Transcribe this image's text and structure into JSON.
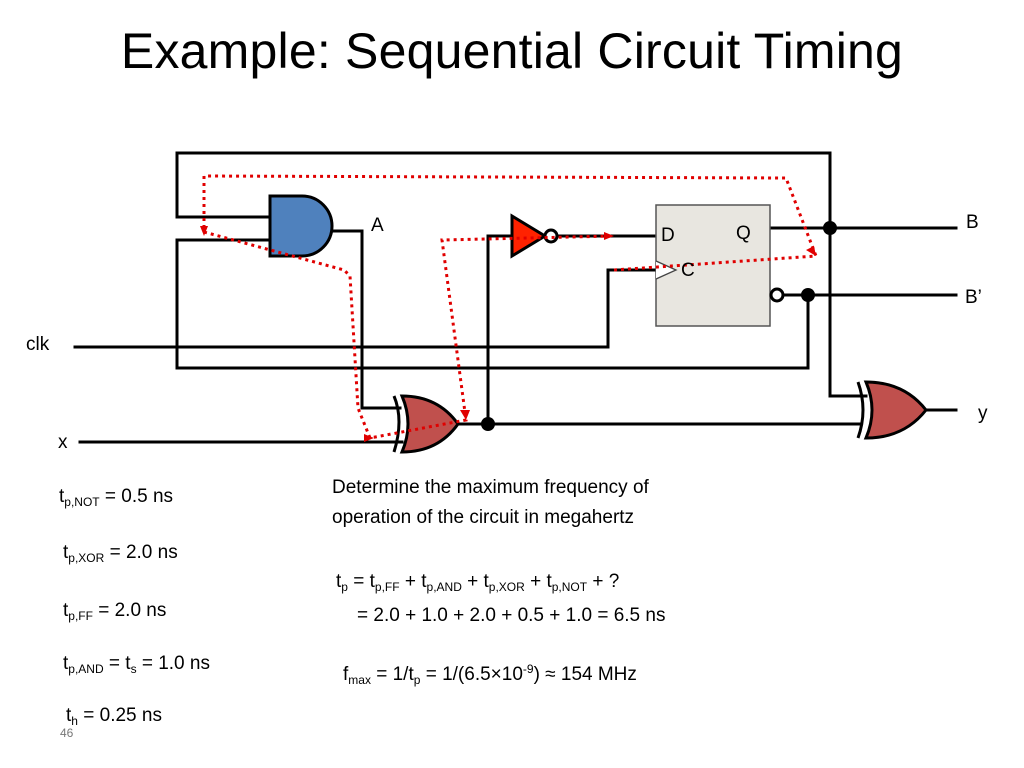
{
  "slide": {
    "title": "Example: Sequential Circuit Timing",
    "number": "46"
  },
  "labels": {
    "A": "A",
    "B": "B",
    "B_prime": "B’",
    "y": "y",
    "clk": "clk",
    "x": "x",
    "D": "D",
    "Q": "Q",
    "C": "C"
  },
  "params": [
    {
      "t": "t",
      "sub": "p,NOT",
      "rest": " = 0.5 ns"
    },
    {
      "t": "t",
      "sub": "p,XOR",
      "rest": " = 2.0 ns"
    },
    {
      "t": "t",
      "sub": "p,FF",
      "rest": " = 2.0 ns"
    },
    {
      "t": "t",
      "sub": "p,AND",
      "mid": " = t",
      "sub2": "s",
      "rest": " = 1.0 ns"
    },
    {
      "t": "t",
      "sub": "h",
      "rest": " = 0.25 ns"
    }
  ],
  "problem": {
    "line1": "Determine the maximum frequency of",
    "line2": "operation of the circuit in megahertz"
  },
  "solution": {
    "tp": "t",
    "tp_sub": "p",
    "eq": " = t",
    "ff_sub": "p,FF",
    "plus1": " + t",
    "and_sub": "p,AND",
    "plus2": " + t",
    "xor_sub": "p,XOR",
    "plus3": " + t",
    "not_sub": "p,NOT",
    "tail": " + ?",
    "line2": "= 2.0 + 1.0 + 2.0 + 0.5 + 1.0 = 6.5 ns",
    "f": "f",
    "f_sub": "max",
    "f_eq": " = 1/t",
    "f_p": "p",
    "f_mid": " = 1/(6.5×10",
    "f_exp": "-9",
    "f_tail": ") ≈ 154 MHz"
  },
  "colors": {
    "and_gate": "#4f81bd",
    "xor_gate": "#c0504d",
    "not_gate": "#ff2200",
    "flipflop_fill": "#e8e6e0",
    "path": "#e00000"
  }
}
